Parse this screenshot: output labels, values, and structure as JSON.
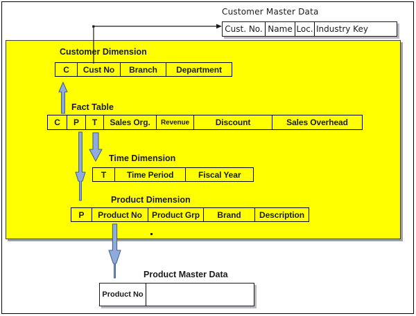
{
  "diagram": {
    "title_customer_master": "Customer Master Data",
    "title_product_master": "Product Master Data",
    "captions": {
      "customer_dimension": "Customer Dimension",
      "fact_table": "Fact Table",
      "time_dimension": "Time Dimension",
      "product_dimension": "Product Dimension"
    },
    "colors": {
      "canvas": "#ffff00",
      "table_border": "#000000",
      "arrow_fill": "#8faadc",
      "arrow_stroke": "#3f5f8f",
      "text": "#1a1a1a",
      "page_border": "#000000"
    },
    "tables": {
      "customer_master": {
        "name": "Customer Master Data",
        "cells": [
          "Cust. No.",
          "Name",
          "Loc.",
          "Industry Key",
          ""
        ]
      },
      "customer_dimension": {
        "name": "Customer Dimension",
        "cells": [
          "C",
          "Cust No",
          "Branch",
          "Department"
        ]
      },
      "fact_table": {
        "name": "Fact Table",
        "cells": [
          "C",
          "P",
          "T",
          "Sales Org.",
          "Revenue",
          "Discount",
          "Sales Overhead"
        ]
      },
      "time_dimension": {
        "name": "Time Dimension",
        "cells": [
          "T",
          "Time Period",
          "Fiscal Year"
        ]
      },
      "product_dimension": {
        "name": "Product Dimension",
        "cells": [
          "P",
          "Product No",
          "Product Grp",
          "Brand",
          "Description"
        ]
      },
      "product_master": {
        "name": "Product Master Data",
        "cells": [
          "Product No",
          ""
        ]
      }
    },
    "connectors": [
      {
        "name": "cust-no-to-customer-master",
        "type": "elbow-line",
        "from": "customer_dimension.Cust No",
        "to": "customer_master.Cust. No."
      },
      {
        "name": "fact-c-to-customer-dimension",
        "type": "arrow-up",
        "from": "fact_table.C",
        "to": "customer_dimension.C"
      },
      {
        "name": "fact-t-to-time-dimension",
        "type": "arrow-down",
        "from": "fact_table.T",
        "to": "time_dimension.T"
      },
      {
        "name": "fact-p-to-product-dimension",
        "type": "arrow-down-long",
        "from": "fact_table.P",
        "to": "product_dimension.P"
      },
      {
        "name": "product-no-to-product-master",
        "type": "arrow-down-long",
        "from": "product_dimension.Product No",
        "to": "product_master.Product No"
      }
    ]
  }
}
